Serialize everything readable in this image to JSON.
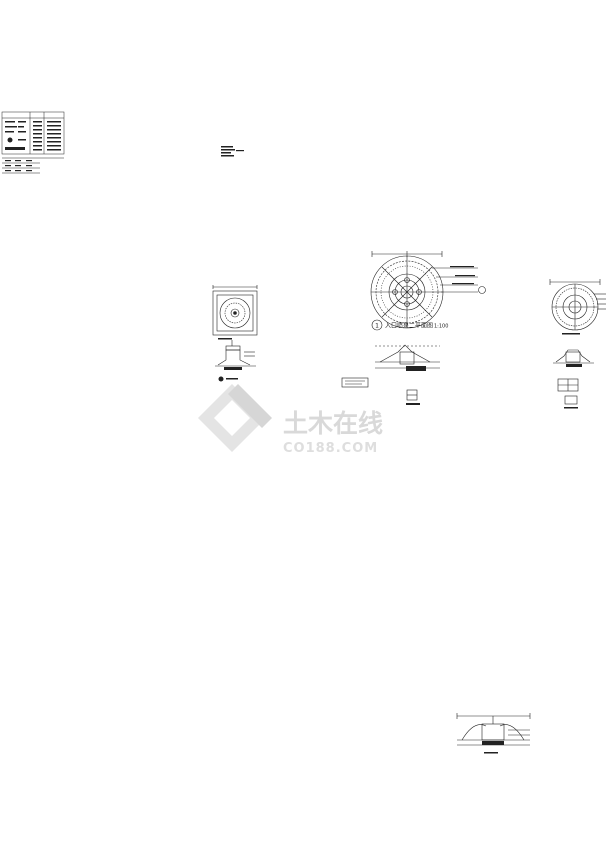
{
  "drawing": {
    "plan_title": "入口喷泉二平面图",
    "plan_scale": "1:100",
    "plan_index": "1"
  },
  "watermark": {
    "brand_cn": "土木在线",
    "brand_en": "CO188.COM",
    "color": "#d9d9d9"
  },
  "colors": {
    "line": "#222222",
    "background": "#ffffff"
  }
}
